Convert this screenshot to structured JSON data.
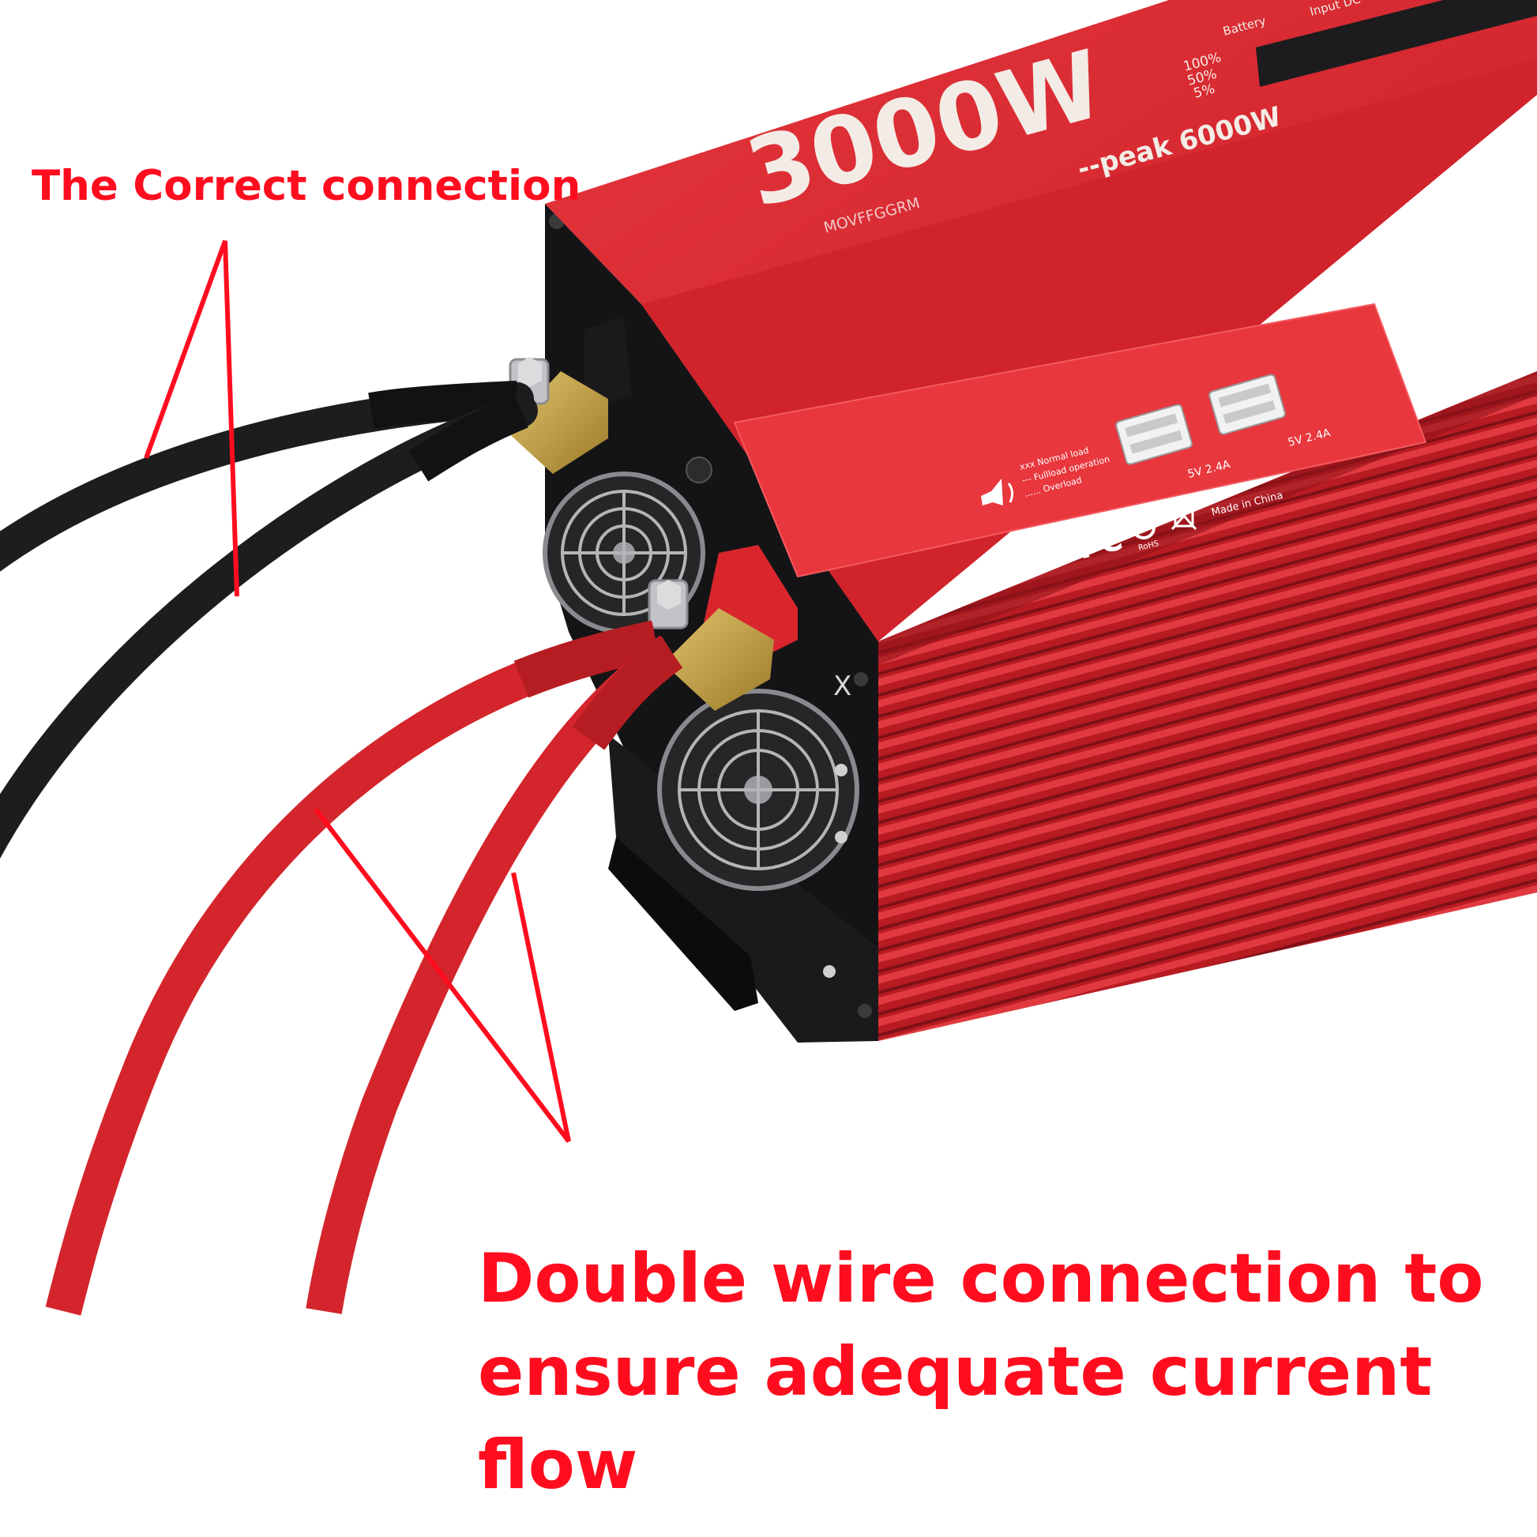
{
  "labels": {
    "top_caption": "The Correct connection",
    "bottom_caption_line1": "Double wire connection to",
    "bottom_caption_line2": "ensure adequate current flow"
  },
  "device": {
    "rating": "3000W",
    "peak": "--peak 6000W",
    "brand": "MOVFFGGRM",
    "battery_title": "Battery",
    "input_title": "Input DC",
    "battery_levels": [
      "100%",
      "50%",
      "5%"
    ],
    "usb_port_1": "5V 2.4A",
    "usb_port_2": "5V 2.4A",
    "legend_normal": "xxx Normal load",
    "legend_full": "--- Fullload operation",
    "legend_overload": "...... Overload",
    "made_in": "Made in China",
    "certs": "CE FC",
    "rohs": "RoHS",
    "terminal_mark": "X"
  },
  "colors": {
    "annotation_red": "#ff0d1f",
    "housing_red": "#d7212a",
    "housing_dark_red": "#a3161c",
    "panel_black": "#141416",
    "cable_black": "#1c1d1f",
    "cable_red": "#d3252b",
    "brass": "#c9a548"
  }
}
